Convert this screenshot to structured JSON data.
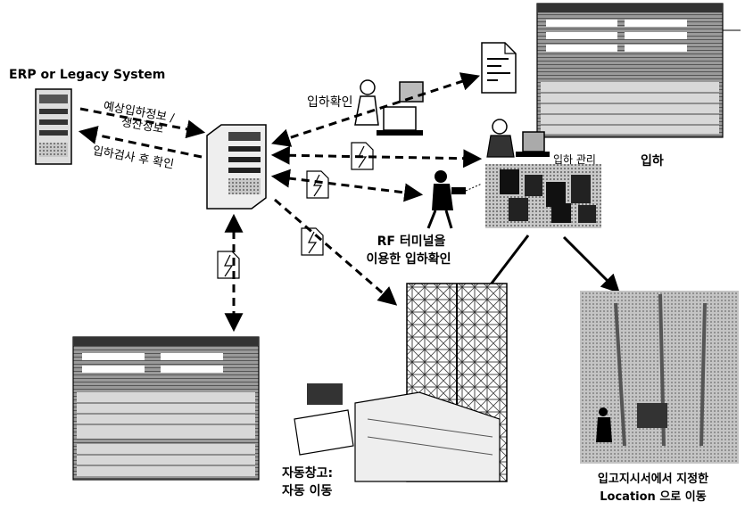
{
  "labels": {
    "erp_system": "ERP or Legacy System",
    "receipt_confirm": "입하확인",
    "expected_info_1": "예상입하정보 /",
    "expected_info_2": "생산정보",
    "after_inspection": "입하검사 후 확인",
    "receipt_mgmt": "입하 관리",
    "receipt": "입하",
    "rf_line1": "RF 터미널을",
    "rf_line2": "이용한 입하확인",
    "auto_line1": "자동창고:",
    "auto_line2": "자동 이동",
    "loc_line1": "입고지시서에서 지정한",
    "loc_line2": "Location 으로 이동"
  },
  "colors": {
    "ink": "#000000",
    "paper": "#ffffff",
    "screen_gray": "#8a8a8a",
    "photo_gray": "#bdbdbd"
  }
}
